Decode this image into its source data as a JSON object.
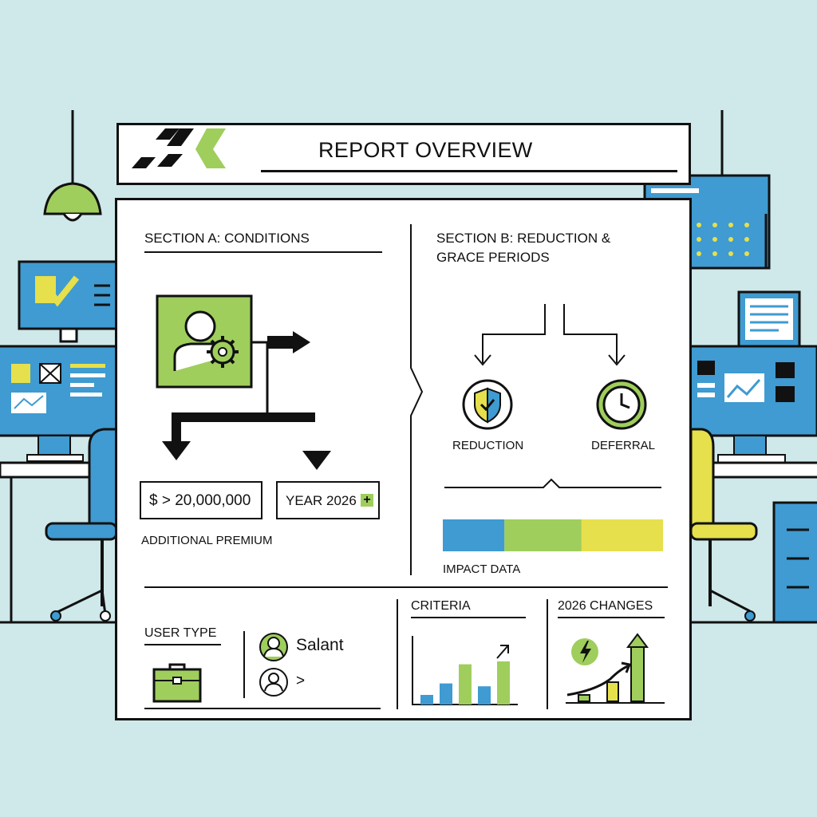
{
  "header": {
    "title": "REPORT OVERVIEW"
  },
  "section_a": {
    "title": "SECTION A: CONDITIONS",
    "amount_value": "$ > 20,000,000",
    "amount_caption": "ADDITIONAL PREMIUM",
    "year_value": "YEAR 2026",
    "year_badge": "+"
  },
  "section_b": {
    "title_line1": "SECTION B: REDUCTION &",
    "title_line2": "GRACE PERIODS",
    "reduction_label": "REDUCTION",
    "deferral_label": "DEFERRAL",
    "impact_label": "IMPACT DATA",
    "impact_segments": [
      {
        "color": "#3f9bd1",
        "share": 0.28
      },
      {
        "color": "#9fce5c",
        "share": 0.35
      },
      {
        "color": "#e5e04c",
        "share": 0.37
      }
    ]
  },
  "user_type": {
    "title": "USER TYPE",
    "user_name": "Salant",
    "next_symbol": ">"
  },
  "criteria": {
    "title": "CRITERIA",
    "bars": [
      {
        "value": 1,
        "color": "#3f9bd1"
      },
      {
        "value": 2.2,
        "color": "#3f9bd1"
      },
      {
        "value": 4.2,
        "color": "#9fce5c"
      },
      {
        "value": 1.9,
        "color": "#3f9bd1"
      },
      {
        "value": 4.5,
        "color": "#9fce5c"
      }
    ]
  },
  "changes_2026": {
    "title": "2026 CHANGES"
  },
  "colors": {
    "accent_green": "#9fce5c",
    "accent_blue": "#3f9bd1",
    "accent_yellow": "#e5e04c",
    "background": "#cfe8ea",
    "ink": "#111111"
  }
}
